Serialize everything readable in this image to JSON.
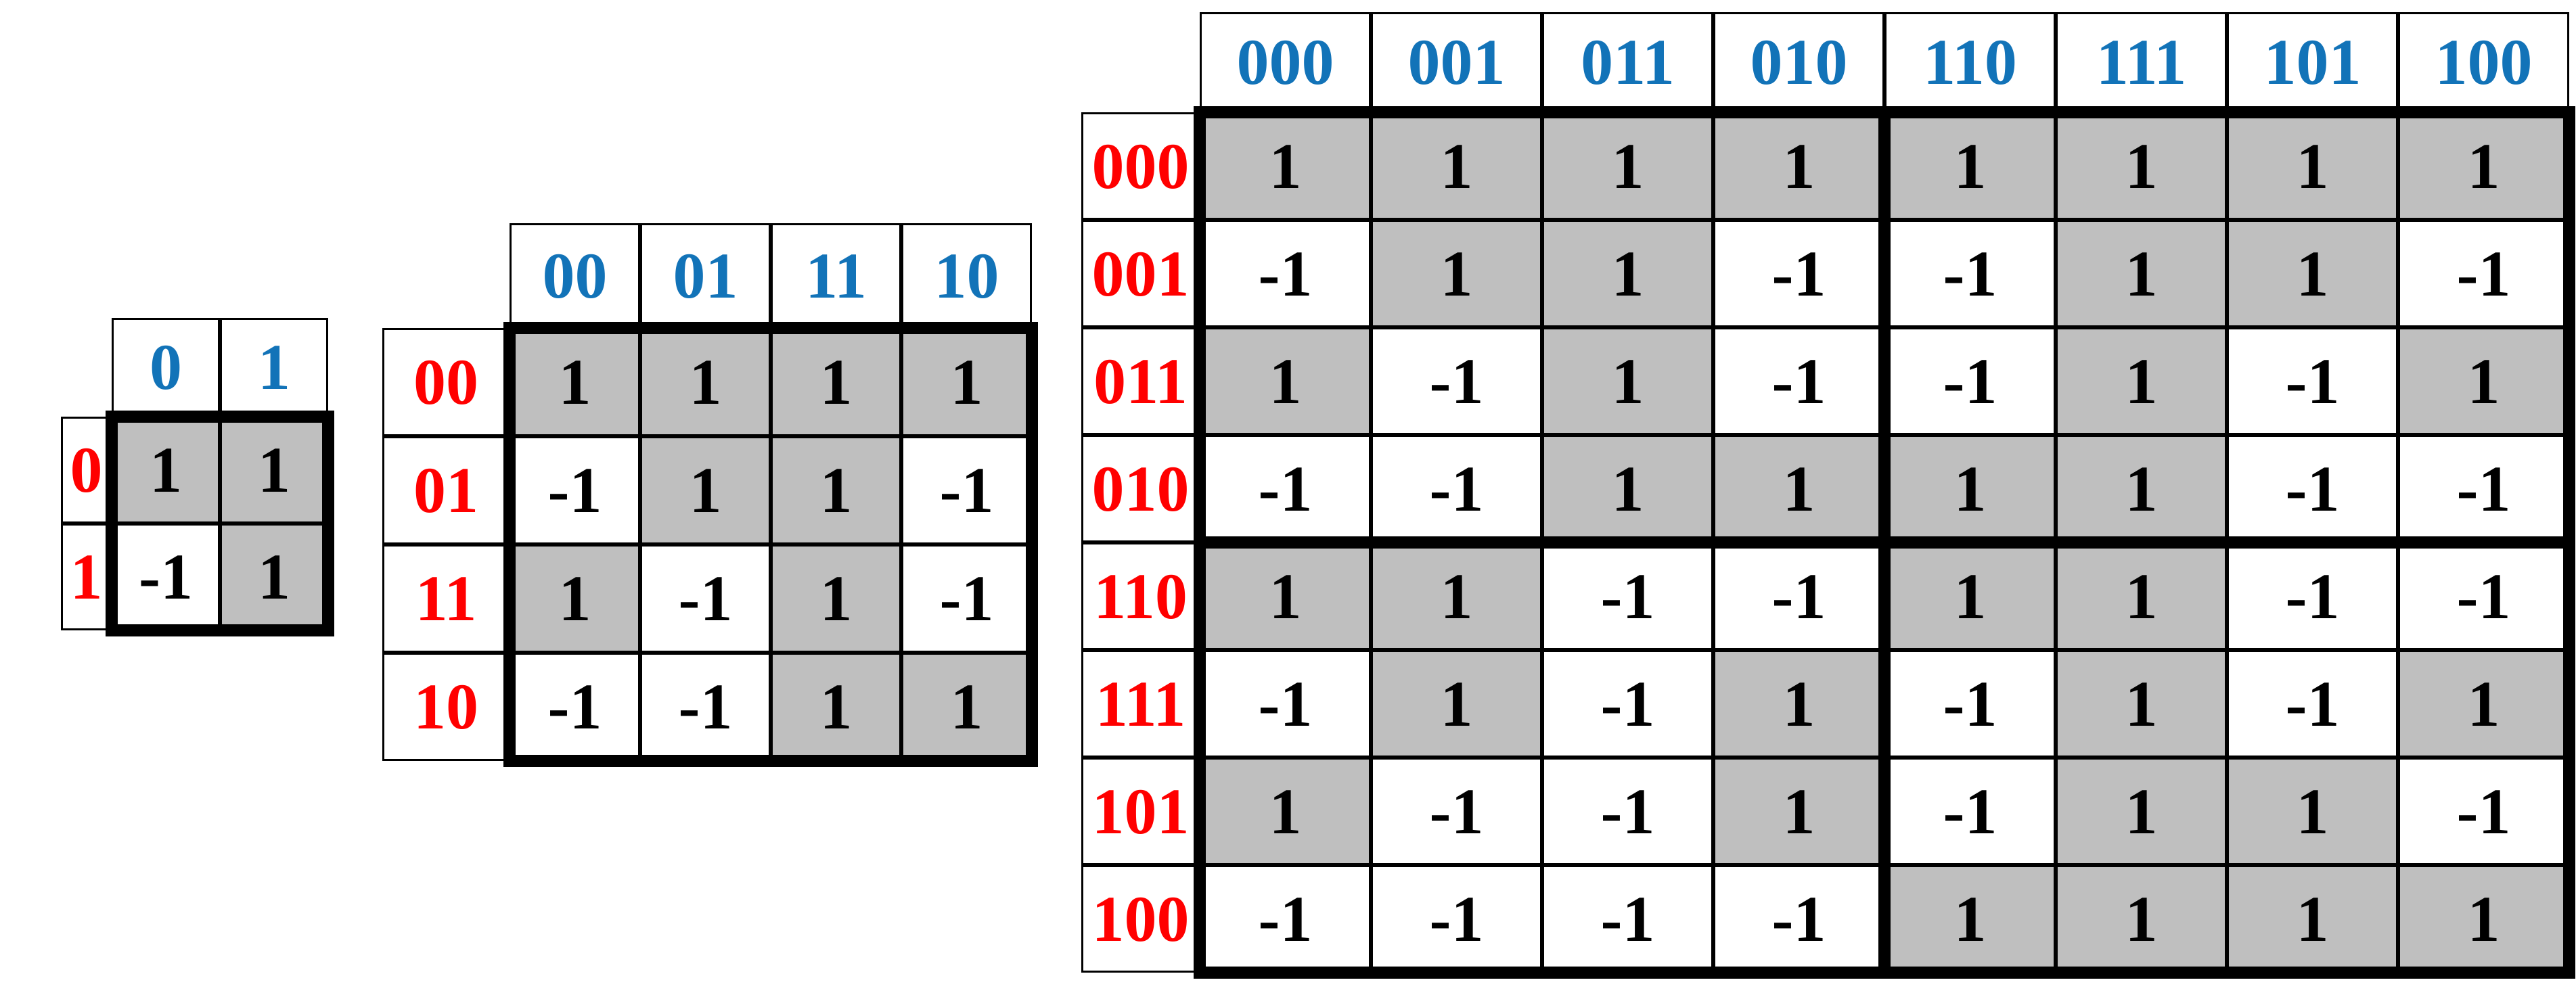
{
  "page": {
    "background": "#FFFFFF"
  },
  "colors": {
    "column_header_text": "#1273B8",
    "row_header_text": "#FF0000",
    "positive_cell_fill": "#BFBFBF",
    "negative_cell_fill": "#FFFFFF",
    "grid_line": "#000000",
    "value_text": "#000000"
  },
  "chart_data": [
    {
      "type": "table",
      "name": "table-2x2",
      "col_headers": [
        "0",
        "1"
      ],
      "row_headers": [
        "0",
        "1"
      ],
      "values": [
        [
          1,
          1
        ],
        [
          -1,
          1
        ]
      ],
      "shading_rule": "cell is gray when value is 1, white when value is -1",
      "thick_outline_around_data": true,
      "quadrant_dividers": false
    },
    {
      "type": "table",
      "name": "table-4x4",
      "col_headers": [
        "00",
        "01",
        "11",
        "10"
      ],
      "row_headers": [
        "00",
        "01",
        "11",
        "10"
      ],
      "values": [
        [
          1,
          1,
          1,
          1
        ],
        [
          -1,
          1,
          1,
          -1
        ],
        [
          1,
          -1,
          1,
          -1
        ],
        [
          -1,
          -1,
          1,
          1
        ]
      ],
      "shading_rule": "cell is gray when value is 1, white when value is -1",
      "thick_outline_around_data": true,
      "quadrant_dividers": false
    },
    {
      "type": "table",
      "name": "table-8x8",
      "col_headers": [
        "000",
        "001",
        "011",
        "010",
        "110",
        "111",
        "101",
        "100"
      ],
      "row_headers": [
        "000",
        "001",
        "011",
        "010",
        "110",
        "111",
        "101",
        "100"
      ],
      "values": [
        [
          1,
          1,
          1,
          1,
          1,
          1,
          1,
          1
        ],
        [
          -1,
          1,
          1,
          -1,
          -1,
          1,
          1,
          -1
        ],
        [
          1,
          -1,
          1,
          -1,
          -1,
          1,
          -1,
          1
        ],
        [
          -1,
          -1,
          1,
          1,
          1,
          1,
          -1,
          -1
        ],
        [
          1,
          1,
          -1,
          -1,
          1,
          1,
          -1,
          -1
        ],
        [
          -1,
          1,
          -1,
          1,
          -1,
          1,
          -1,
          1
        ],
        [
          1,
          -1,
          -1,
          1,
          -1,
          1,
          1,
          -1
        ],
        [
          -1,
          -1,
          -1,
          -1,
          1,
          1,
          1,
          1
        ]
      ],
      "shading_rule": "cell is gray when value is 1, white when value is -1",
      "thick_outline_around_data": true,
      "quadrant_dividers": true
    }
  ]
}
